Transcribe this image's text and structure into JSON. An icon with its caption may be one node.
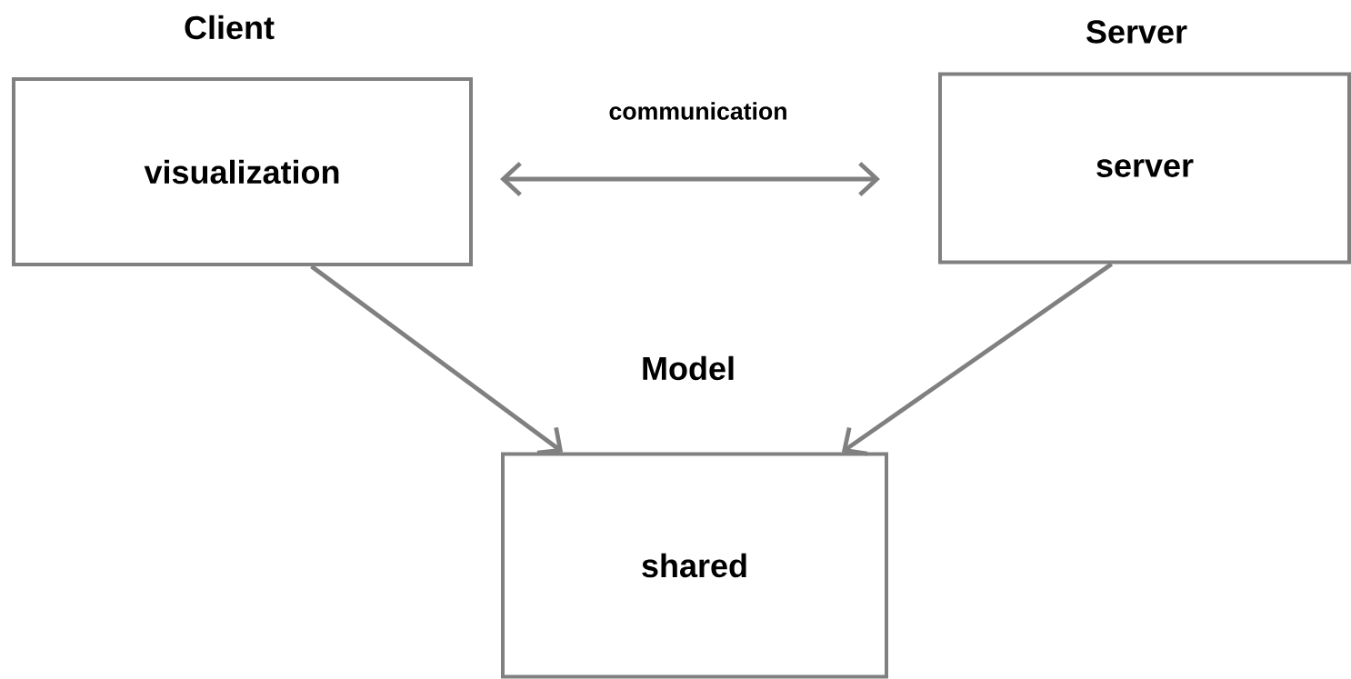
{
  "diagram": {
    "nodes": [
      {
        "text": [
          "Client",
          "visualization"
        ]
      },
      {
        "text": [
          "Server",
          "server"
        ]
      },
      {
        "text": [
          "Model",
          "shared"
        ]
      }
    ],
    "edges": [
      {
        "from": 0,
        "to": 1,
        "arrow": "both",
        "label": "communication"
      },
      {
        "from": 0,
        "to": 2,
        "arrow": "to"
      },
      {
        "from": 1,
        "to": 2,
        "arrow": "to"
      }
    ]
  }
}
